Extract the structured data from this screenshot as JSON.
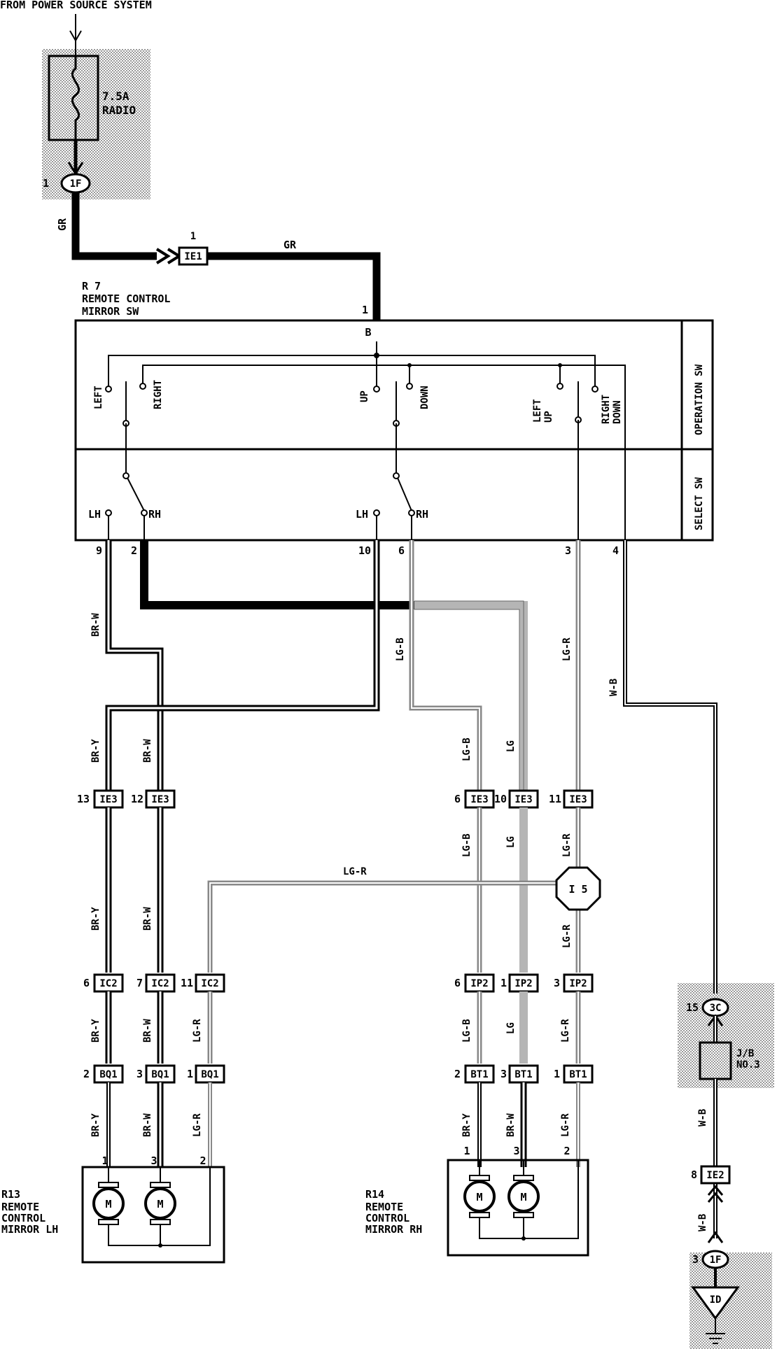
{
  "header": {
    "title": "FROM POWER SOURCE SYSTEM"
  },
  "fuse": {
    "rating": "7.5A",
    "name": "RADIO"
  },
  "switch": {
    "id": "R 7",
    "name_line1": "REMOTE CONTROL",
    "name_line2": "MIRROR SW",
    "pin_in": "1",
    "terminal": "B",
    "operation_label": "OPERATION SW",
    "select_label": "SELECT SW",
    "contacts": {
      "left": "LEFT",
      "right": "RIGHT",
      "up": "UP",
      "down": "DOWN",
      "left_up_1": "LEFT",
      "left_up_2": "UP",
      "right_down_1": "RIGHT",
      "right_down_2": "DOWN",
      "lh": "LH",
      "rh": "RH"
    },
    "pins": {
      "p9": "9",
      "p2": "2",
      "p10": "10",
      "p6": "6",
      "p3": "3",
      "p4": "4"
    }
  },
  "connectors": {
    "f1_top": {
      "label": "1F",
      "pin": "1"
    },
    "ie1": {
      "label": "IE1",
      "pin": "1"
    },
    "ie3_13": {
      "label": "IE3",
      "pin": "13"
    },
    "ie3_12": {
      "label": "IE3",
      "pin": "12"
    },
    "ie3_6": {
      "label": "IE3",
      "pin": "6"
    },
    "ie3_10": {
      "label": "IE3",
      "pin": "10"
    },
    "ie3_11": {
      "label": "IE3",
      "pin": "11"
    },
    "i5": {
      "label": "I 5"
    },
    "ic2_6": {
      "label": "IC2",
      "pin": "6"
    },
    "ic2_7": {
      "label": "IC2",
      "pin": "7"
    },
    "ic2_11": {
      "label": "IC2",
      "pin": "11"
    },
    "ip2_6": {
      "label": "IP2",
      "pin": "6"
    },
    "ip2_1": {
      "label": "IP2",
      "pin": "1"
    },
    "ip2_3": {
      "label": "IP2",
      "pin": "3"
    },
    "bq1_2": {
      "label": "BQ1",
      "pin": "2"
    },
    "bq1_3": {
      "label": "BQ1",
      "pin": "3"
    },
    "bq1_1": {
      "label": "BQ1",
      "pin": "1"
    },
    "bt1_2": {
      "label": "BT1",
      "pin": "2"
    },
    "bt1_3": {
      "label": "BT1",
      "pin": "3"
    },
    "bt1_1": {
      "label": "BT1",
      "pin": "1"
    },
    "c3_15": {
      "label": "3C",
      "pin": "15"
    },
    "ie2_8": {
      "label": "IE2",
      "pin": "8"
    },
    "f1_bottom": {
      "label": "1F",
      "pin": "3"
    },
    "ground": {
      "label": "ID"
    }
  },
  "junction_block": {
    "line1": "J/B",
    "line2": "NO.3"
  },
  "wires": {
    "gr": "GR",
    "brw": "BR-W",
    "bry": "BR-Y",
    "lgb": "LG-B",
    "lg": "LG",
    "lgr": "LG-R",
    "wb": "W-B"
  },
  "mirrors": {
    "lh": {
      "id": "R13",
      "line1": "REMOTE",
      "line2": "CONTROL",
      "line3": "MIRROR LH",
      "pin1": "1",
      "pin3": "3",
      "pin2": "2"
    },
    "rh": {
      "id": "R14",
      "line1": "REMOTE",
      "line2": "CONTROL",
      "line3": "MIRROR RH",
      "pin1": "1",
      "pin3": "3",
      "pin2": "2"
    },
    "motor": "M"
  },
  "colors": {
    "ink": "#000000",
    "wire_gray": "#b5b5b5",
    "shade": "#9a9a9a"
  }
}
